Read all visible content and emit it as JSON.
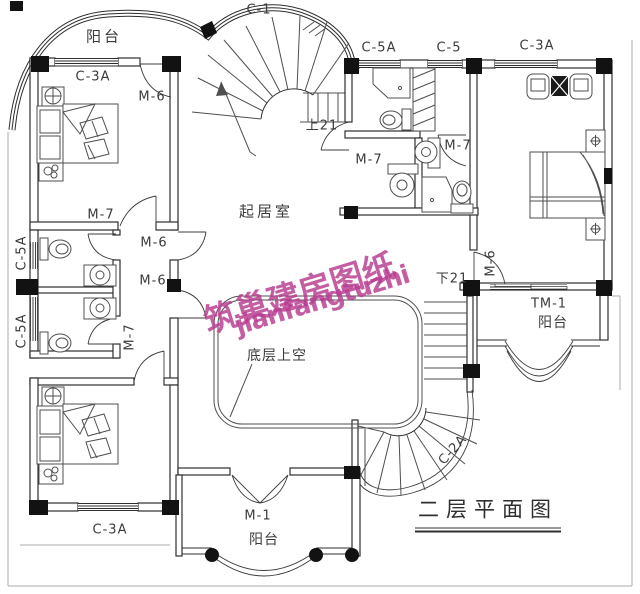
{
  "plan": {
    "title": "二层平面图",
    "room_labels": {
      "living_room": "起居室",
      "void_above": "底层上空",
      "balcony_top": "阳台",
      "balcony_right": "阳台",
      "balcony_bottom": "阳台"
    },
    "stair_labels": {
      "up": "上21",
      "down": "下21"
    },
    "window_labels": {
      "c1": "C-1",
      "c2a": "C-2A",
      "c3a_top_left": "C-3A",
      "c3a_top_right": "C-3A",
      "c3a_bottom_left": "C-3A",
      "c5_top": "C-5",
      "c5a_top": "C-5A",
      "c5a_left_upper": "C-5A",
      "c5a_left_lower": "C-5A",
      "tm1": "TM-1"
    },
    "door_labels": {
      "m1": "M-1",
      "m6_bed1": "M-6",
      "m6_hall_upper": "M-6",
      "m6_hall_lower": "M-6",
      "m6_bed3": "M-6",
      "m7_bed1": "M-7",
      "m7_bath_lower": "M-7",
      "m7_bath_left": "M-7",
      "m7_bath_right": "M-7"
    },
    "watermark": {
      "cn": "筑巢建房图纸",
      "en": "jianfangtuzhi"
    },
    "colors": {
      "wall": "#2e2e2e",
      "fixture": "#4f4f4f",
      "eave": "#ababab",
      "watermark": "#b83b90",
      "label": "#3b3b3b",
      "background": "#ffffff"
    }
  }
}
